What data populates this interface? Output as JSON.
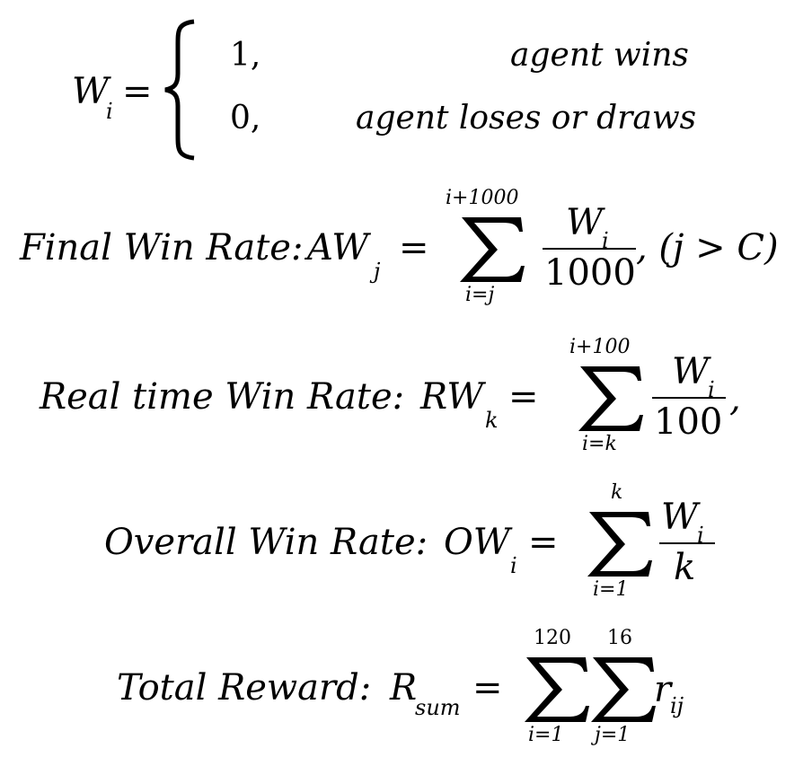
{
  "piecewise": {
    "lhs_symbol": "W",
    "lhs_sub": "i",
    "equals": "=",
    "case1_value": "1,",
    "case1_text": "agent wins",
    "case2_value": "0,",
    "case2_text": "agent loses or draws"
  },
  "final_win_rate": {
    "label": "Final Win Rate:",
    "symbol": "AW",
    "sub": "j",
    "equals": "=",
    "sum_upper": "i+1000",
    "sum_lower": "i=j",
    "num": "W",
    "num_sub": "i",
    "den": "1000",
    "tail": ", (j > C)"
  },
  "real_time_win_rate": {
    "label": "Real time Win Rate:",
    "symbol": "RW",
    "sub": "k",
    "equals": "=",
    "sum_upper": "i+100",
    "sum_lower": "i=k",
    "num": "W",
    "num_sub": "i",
    "den": "100",
    "tail": ","
  },
  "overall_win_rate": {
    "label": "Overall Win Rate:",
    "symbol": "OW",
    "sub": "i",
    "equals": "=",
    "sum_upper": "k",
    "sum_lower": "i=1",
    "num": "W",
    "num_sub": "i",
    "den": "k"
  },
  "total_reward": {
    "label": "Total Reward:",
    "symbol": "R",
    "sub": "sum",
    "equals": "=",
    "sum1_upper": "120",
    "sum1_lower": "i=1",
    "sum2_upper": "16",
    "sum2_lower": "j=1",
    "term": "r",
    "term_sub": "ij"
  }
}
